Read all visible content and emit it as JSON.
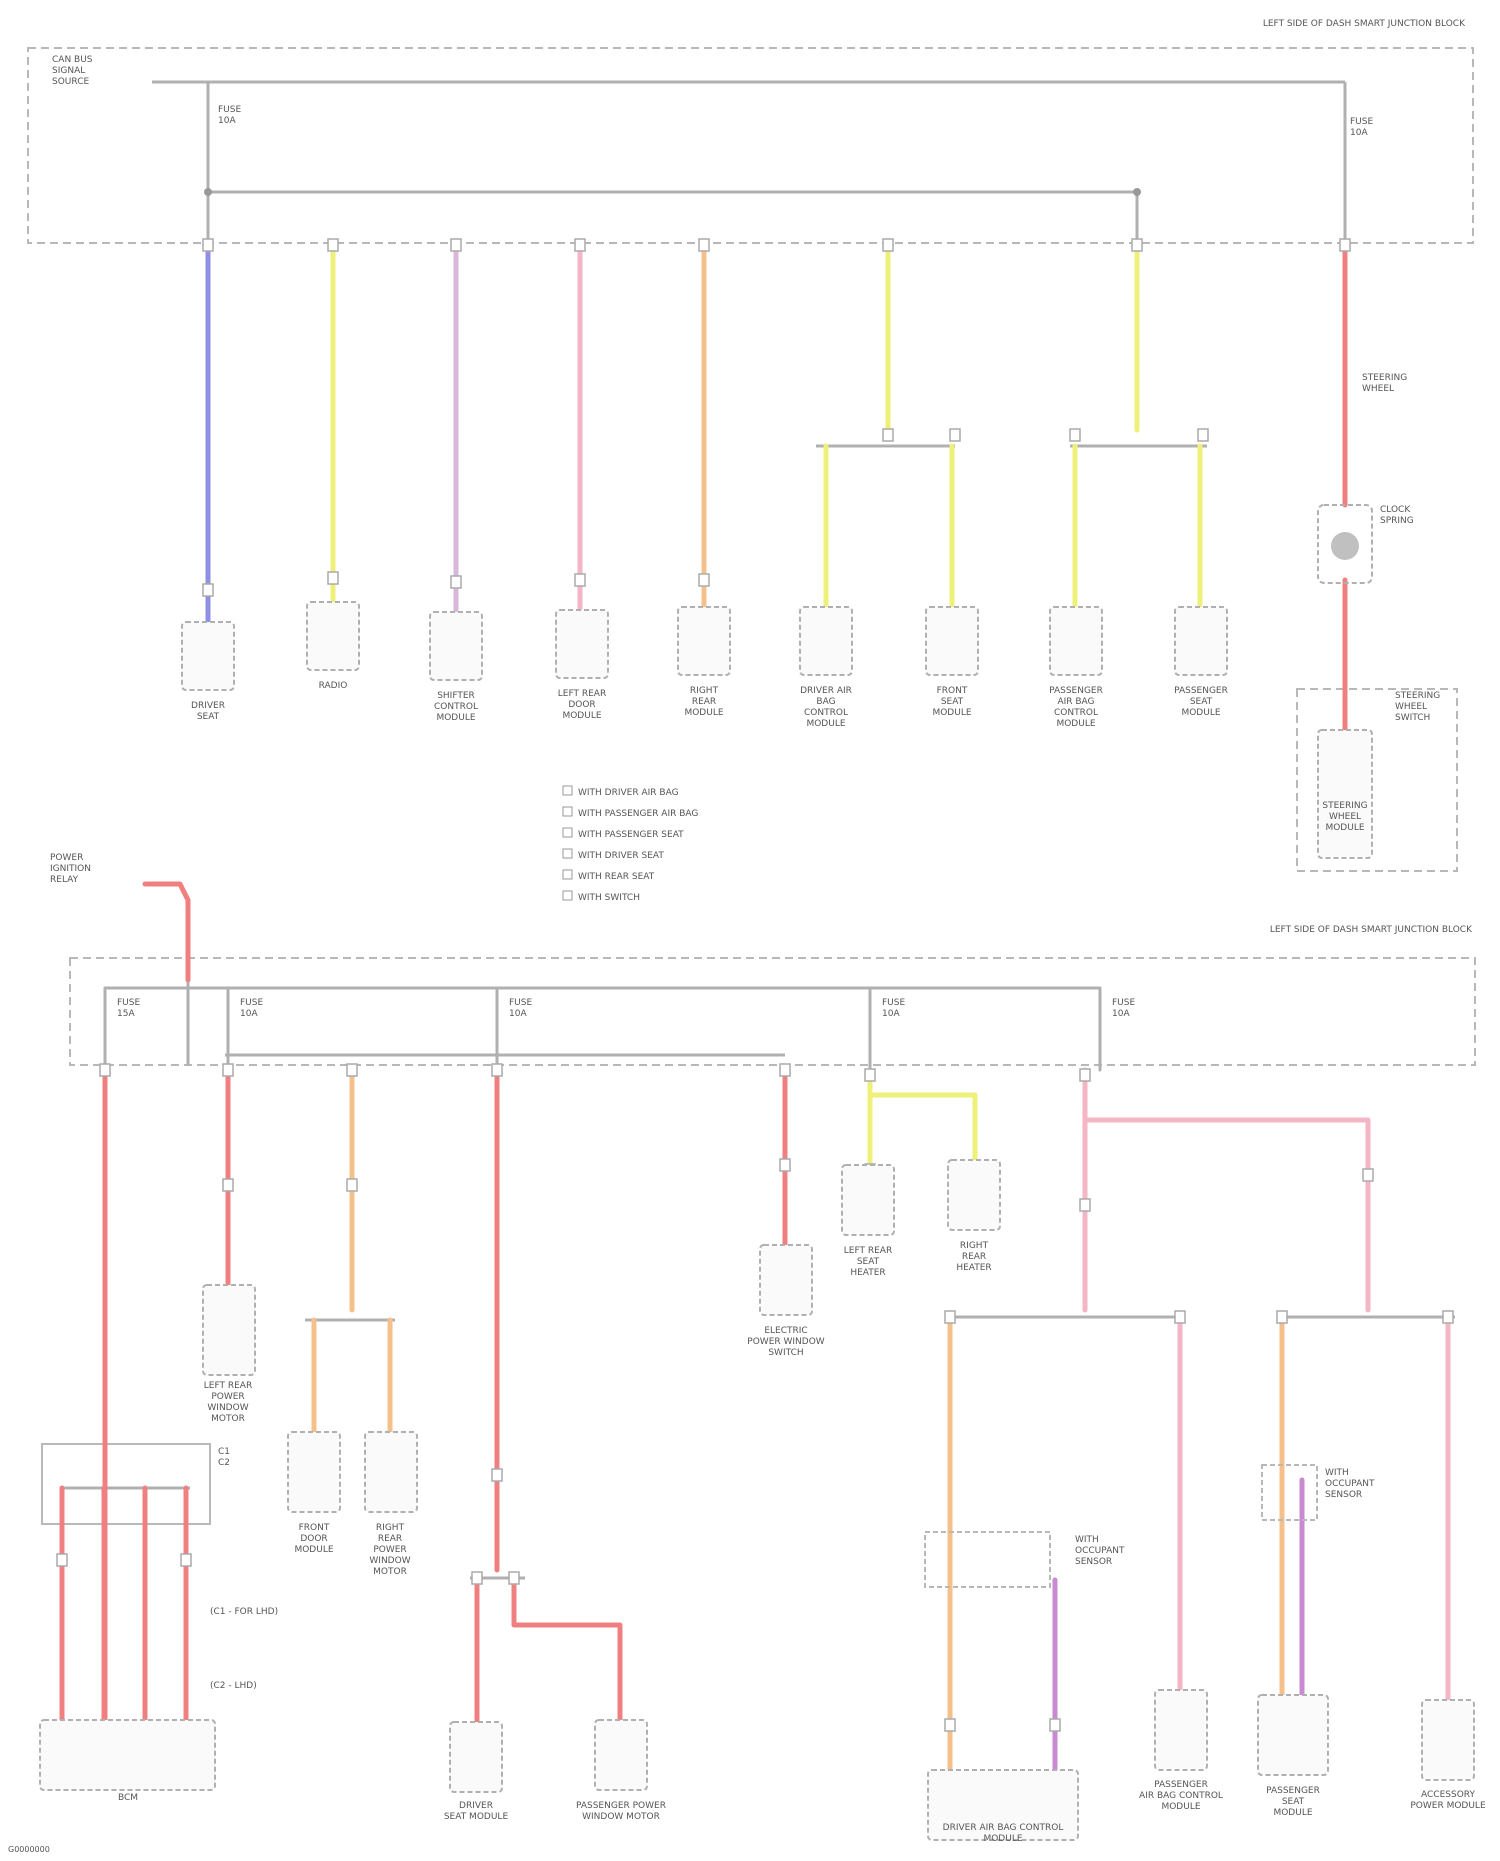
{
  "colors": {
    "frame": "#b8b8b8",
    "component": "#b0b0b0",
    "wire_bu": "#8f8fe6",
    "wire_ye": "#eef07a",
    "wire_pk": "#f4b6c4",
    "wire_rd": "#f08080",
    "wire_or": "#f5c08a",
    "wire_vt": "#c88ad0",
    "wire_lavender": "#d8b8d8"
  },
  "diagram": {
    "top_frame_title": "LEFT SIDE OF DASH\nSMART JUNCTION BLOCK",
    "top_source_label": "CAN BUS\nSIGNAL\nSOURCE",
    "top_fuse_label": "FUSE\n10A",
    "top_right_fuse_label": "FUSE\n10A",
    "steering_note": "STEERING\nWHEEL",
    "clockspring_label": "CLOCK\nSPRING",
    "bottom_frame_title": "LEFT SIDE OF DASH\nSMART JUNCTION BLOCK",
    "ignition_label": "POWER\nIGNITION\nRELAY",
    "bottom_fuses": [
      "FUSE\n15A",
      "FUSE\n10A",
      "FUSE\n10A",
      "FUSE\n10A",
      "FUSE\n10A"
    ],
    "top_modules": [
      "DRIVER\nSEAT",
      "RADIO",
      "SHIFTER\nCONTROL\nMODULE",
      "LEFT REAR\nDOOR\nMODULE",
      "RIGHT\nREAR\nMODULE",
      "DRIVER AIR\nBAG\nCONTROL\nMODULE",
      "FRONT\nSEAT\nMODULE",
      "PASSENGER\nAIR BAG\nCONTROL\nMODULE",
      "PASSENGER\nSEAT\nMODULE"
    ],
    "steering_module": "STEERING\nWHEEL\nMODULE",
    "steering_module_box": "STEERING\nWHEEL\nSWITCH",
    "legend": [
      "WITH DRIVER AIR BAG",
      "WITH PASSENGER AIR BAG",
      "WITH PASSENGER SEAT",
      "WITH DRIVER SEAT",
      "WITH REAR SEAT",
      "WITH SWITCH"
    ],
    "bottom_modules": [
      "LEFT REAR\nPOWER\nWINDOW\nMOTOR",
      "FRONT\nDOOR\nMODULE",
      "RIGHT\nREAR\nPOWER\nWINDOW\nMOTOR",
      "ELECTRIC\nPOWER WINDOW\nSWITCH",
      "LEFT REAR\nSEAT\nHEATER",
      "RIGHT\nREAR\nHEATER",
      "DRIVER\nSEAT MODULE",
      "PASSENGER\nAIR BAG CONTROL\nMODULE",
      "PASSENGER\nSEAT\nMODULE",
      "DRIVER AIR BAG CONTROL\nMODULE",
      "PASSENGER POWER\nWINDOW MOTOR",
      "ACCESSORY\nPOWER MODULE"
    ],
    "bcm_label": "BCM",
    "bcm_bar_label": "C1\nC2",
    "bcm_note_1": "(C1 - FOR LHD)",
    "bcm_note_2": "(C2 - LHD)",
    "diode_label": "WITH\nOCCUPANT\nSENSOR",
    "diode_label_right": "WITH\nOCCUPANT\nSENSOR",
    "footer": "G0000000"
  }
}
